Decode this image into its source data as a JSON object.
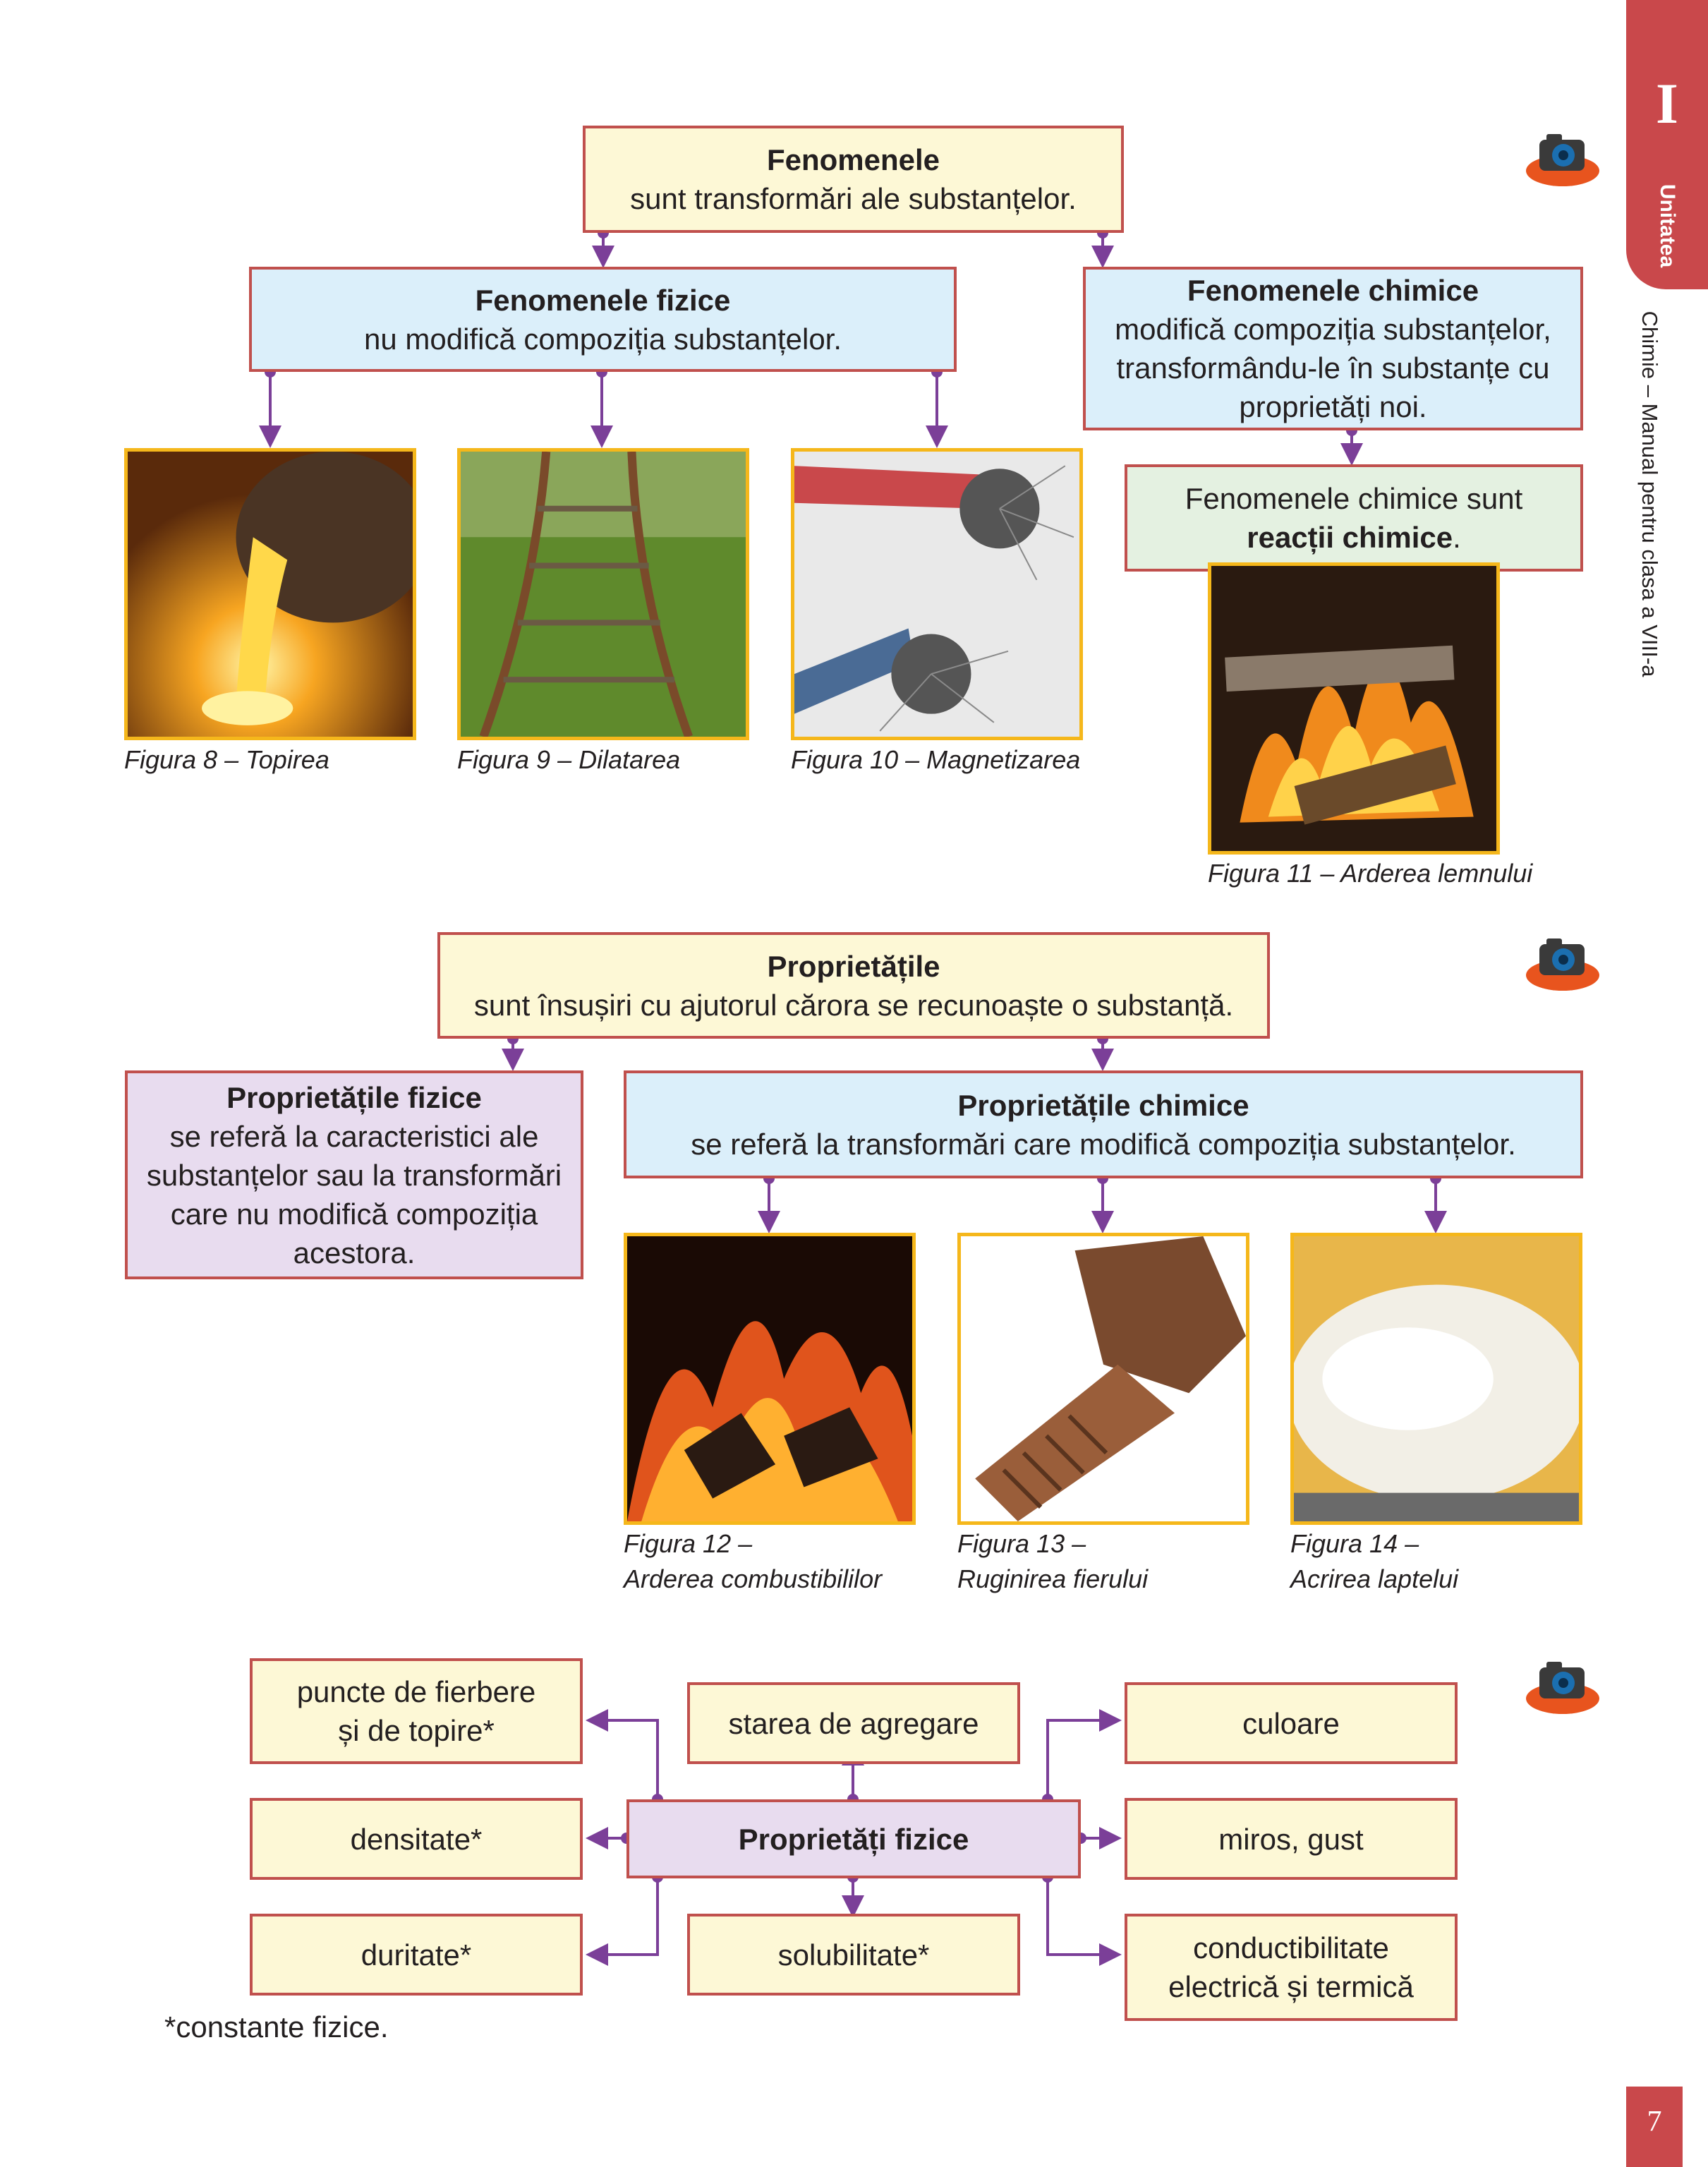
{
  "sidebar": {
    "unit_numeral": "I",
    "unit_word": "Unitatea",
    "book_title": "Chimie – Manual pentru clasa a VIII-a"
  },
  "phenomena": {
    "root": {
      "title": "Fenomenele",
      "text": "sunt transformări ale substanțelor."
    },
    "physical": {
      "title": "Fenomenele fizice",
      "text": "nu modifică compoziția substanțelor."
    },
    "chemical": {
      "title": "Fenomenele chimice",
      "text1": "modifică compoziția substanțelor,",
      "text2": "transformându-le în  substanțe cu",
      "text3": "proprietăți noi."
    },
    "reactions": {
      "text": "Fenomenele chimice sunt",
      "bold": "reacții chimice",
      "end": "."
    },
    "figures": [
      {
        "caption": "Figura 8 – Topirea"
      },
      {
        "caption": "Figura 9 – Dilatarea"
      },
      {
        "caption": "Figura 10 – Magnetizarea"
      },
      {
        "caption": "Figura 11 – Arderea lemnului"
      }
    ]
  },
  "properties": {
    "root": {
      "title": "Proprietățile",
      "text": "sunt însușiri cu ajutorul cărora se recunoaște o substanță."
    },
    "physical": {
      "title": "Proprietățile fizice",
      "text1": "se referă la caracteristici ale",
      "text2": "substanțelor sau la transformări",
      "text3": "care nu modifică compoziția",
      "text4": "acestora."
    },
    "chemical": {
      "title": "Proprietățile chimice",
      "text": "se referă la transformări care modifică compoziția substanțelor."
    },
    "figures": [
      {
        "line1": "Figura 12 –",
        "line2": "Arderea combustibililor"
      },
      {
        "line1": "Figura 13 –",
        "line2": "Ruginirea fierului"
      },
      {
        "line1": "Figura 14 –",
        "line2": "Acrirea laptelui"
      }
    ]
  },
  "physical_props": {
    "center": "Proprietăți fizice",
    "boiling_line1": "puncte de fierbere",
    "boiling_line2": "și de topire*",
    "density": "densitate*",
    "hardness": "duritate*",
    "state": "starea de agregare",
    "solubility": "solubilitate*",
    "color": "culoare",
    "smell": "miros, gust",
    "conduct_line1": "conductibilitate",
    "conduct_line2": "electrică și termică",
    "footnote": "*constante fizice."
  },
  "page_number": "7",
  "colors": {
    "border": "#c0504d",
    "arrow": "#7b3f98",
    "frame": "#f5b71b",
    "accent": "#c9484b"
  }
}
